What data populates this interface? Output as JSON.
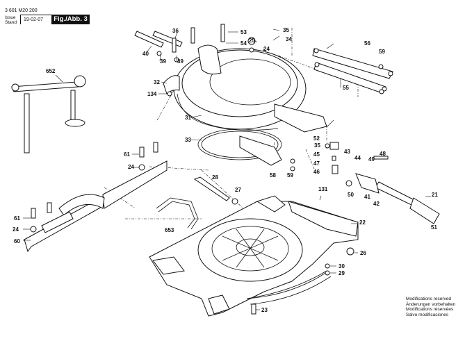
{
  "header": {
    "doc_number": "3 601 M20 200",
    "issue_label": "Issue",
    "stand_label": "Stand",
    "issue_date": "19-02-07",
    "figure_label": "Fig./Abb. 3"
  },
  "footer": {
    "lines": [
      "Modifications reserved",
      "Änderungen vorbehalten",
      "Modifications réservées",
      "Salvo modificaciones"
    ]
  },
  "part_labels": [
    "21",
    "22",
    "23",
    "24",
    "24",
    "24",
    "25",
    "26",
    "27",
    "28",
    "29",
    "30",
    "31",
    "32",
    "33",
    "34",
    "35",
    "35",
    "36",
    "39",
    "39",
    "40",
    "41",
    "42",
    "43",
    "44",
    "45",
    "46",
    "47",
    "48",
    "49",
    "50",
    "51",
    "52",
    "53",
    "54",
    "55",
    "56",
    "58",
    "59",
    "59",
    "60",
    "61",
    "61",
    "131",
    "134",
    "652",
    "653"
  ]
}
